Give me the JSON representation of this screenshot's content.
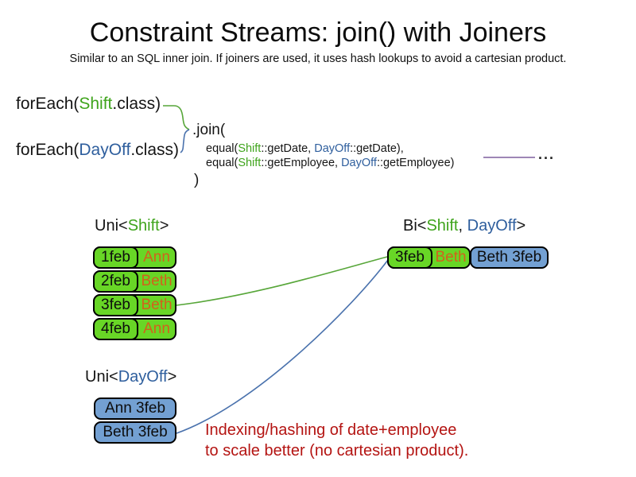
{
  "title": "Constraint Streams: join() with Joiners",
  "subtitle": "Similar to an SQL inner join. If joiners are used, it uses hash lookups to avoid a cartesian product.",
  "code": {
    "foreach_shift": {
      "prefix": "forEach(",
      "class_name": "Shift",
      "suffix": ".class)"
    },
    "foreach_dayoff": {
      "prefix": "forEach(",
      "class_name": "DayOff",
      "suffix": ".class)"
    },
    "join_open": ".join(",
    "joiner_date": {
      "prefix": "equal(",
      "left_class": "Shift",
      "left_rest": "::getDate, ",
      "right_class": "DayOff",
      "right_rest": "::getDate),"
    },
    "joiner_employee": {
      "prefix": "equal(",
      "left_class": "Shift",
      "left_rest": "::getEmployee, ",
      "right_class": "DayOff",
      "right_rest": "::getEmployee)"
    },
    "join_close": ")",
    "ellipsis": "..."
  },
  "tables": {
    "uni_shift": {
      "label": {
        "prefix": "Uni<",
        "type": "Shift",
        "suffix": ">"
      },
      "rows": [
        {
          "date": "1feb",
          "employee": "Ann"
        },
        {
          "date": "2feb",
          "employee": "Beth"
        },
        {
          "date": "3feb",
          "employee": "Beth"
        },
        {
          "date": "4feb",
          "employee": "Ann"
        }
      ]
    },
    "bi": {
      "label": {
        "prefix": "Bi<",
        "type1": "Shift",
        "separator": ", ",
        "type2": "DayOff",
        "suffix": ">"
      },
      "row": {
        "shift_date": "3feb",
        "shift_employee": "Beth",
        "dayoff": "Beth 3feb"
      }
    },
    "uni_dayoff": {
      "label": {
        "prefix": "Uni<",
        "type": "DayOff",
        "suffix": ">"
      },
      "rows": [
        {
          "text": "Ann 3feb"
        },
        {
          "text": "Beth 3feb"
        }
      ]
    }
  },
  "annotation": {
    "line1": "Indexing/hashing of date+employee",
    "line2": "to scale better (no cartesian product)."
  },
  "colors": {
    "green_text": "#3fa41c",
    "green_fill": "#68d626",
    "blue_text": "#2e5e9d",
    "blue_fill": "#73a0d2",
    "orange_text": "#d2611c",
    "red_text": "#b41412",
    "green_line": "#57a639",
    "blue_line": "#4a72ad",
    "purple_line": "#7f5f9e"
  }
}
